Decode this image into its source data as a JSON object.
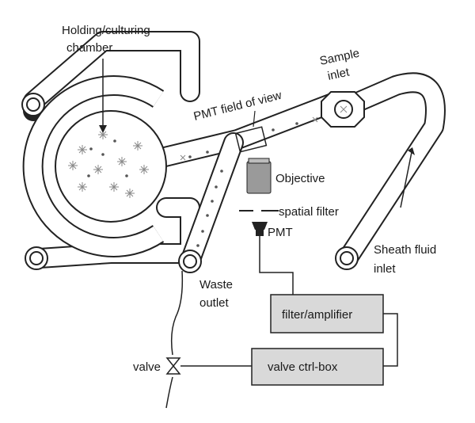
{
  "labels": {
    "chamber": [
      "Holding/culturing",
      "chamber"
    ],
    "sample_inlet": [
      "Sample",
      "inlet"
    ],
    "pmt_fov": "PMT field of view",
    "objective": "Objective",
    "spatial_filter": "spatial filter",
    "pmt": "PMT",
    "sheath": [
      "Sheath fluid",
      "inlet"
    ],
    "waste": [
      "Waste",
      "outlet"
    ],
    "filter_amp": "filter/amplifier",
    "valve": "valve",
    "valve_ctrl": "valve ctrl-box"
  },
  "colors": {
    "box_fill": "#d9d9d9",
    "stroke": "#222222"
  }
}
